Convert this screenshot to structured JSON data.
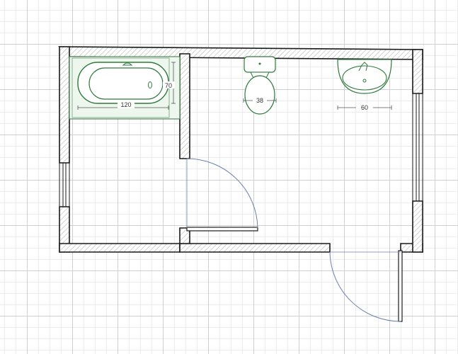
{
  "fixtures": {
    "bathtub": {
      "width_label": "120",
      "depth_label": "70"
    },
    "toilet": {
      "width_label": "38"
    },
    "sink": {
      "width_label": "60"
    }
  },
  "colors": {
    "wall_outline": "#1a1a1a",
    "wall_hatch": "#b5b5b5",
    "fixture_stroke": "#2e7a3c",
    "fixture_fill": "#edf7ee",
    "door_arc": "#6a7fb0",
    "dimension_line": "#555555"
  }
}
